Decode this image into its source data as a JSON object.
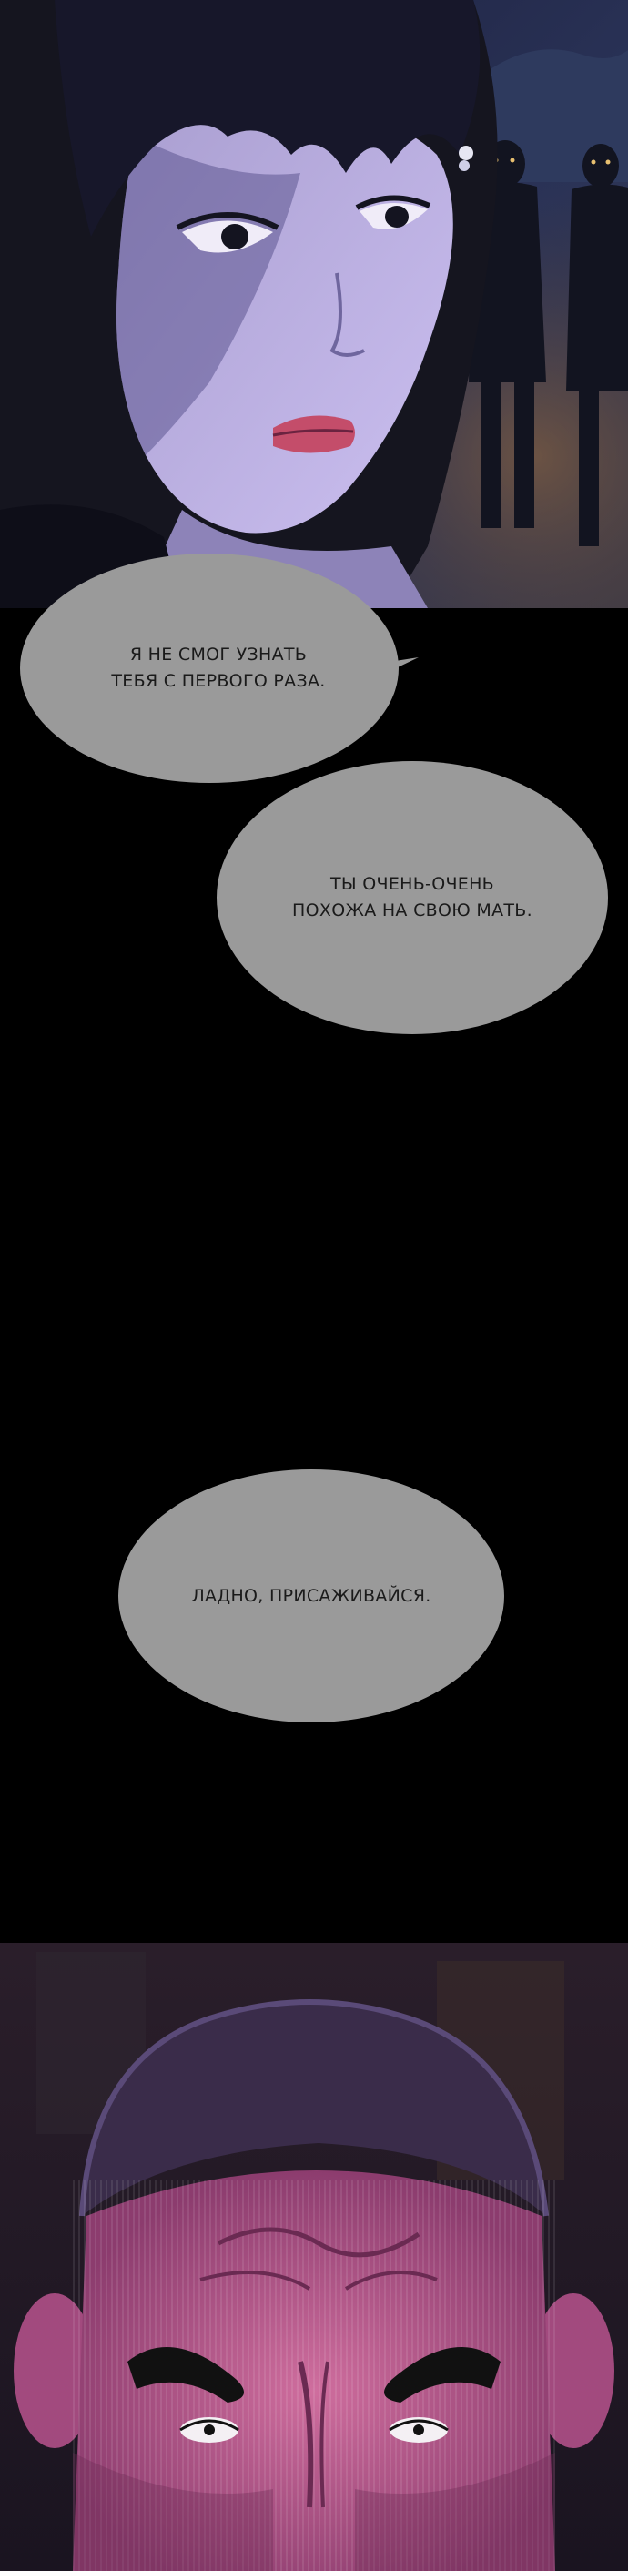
{
  "panels": [
    {
      "id": "woman-night-panel",
      "description_icon": "woman-face-illustration"
    },
    {
      "id": "black-gap-panel"
    },
    {
      "id": "angry-man-panel",
      "description_icon": "man-face-illustration"
    }
  ],
  "bubbles": {
    "first": {
      "text": "Я НЕ СМОГ УЗНАТЬ\nТЕБЯ С ПЕРВОГО РАЗА."
    },
    "second": {
      "text": "ТЫ ОЧЕНЬ-ОЧЕНЬ\nПОХОЖА НА СВОЮ МАТЬ."
    },
    "third": {
      "text": "ЛАДНО, ПРИСАЖИВАЙСЯ."
    }
  },
  "colors": {
    "bubble_fill": "#9a9a9a",
    "background": "#000000",
    "night_sky": "#232848",
    "skin_cool": "#b7abd8",
    "skin_angry": "#b85a8c",
    "lips": "#c44d6a"
  }
}
